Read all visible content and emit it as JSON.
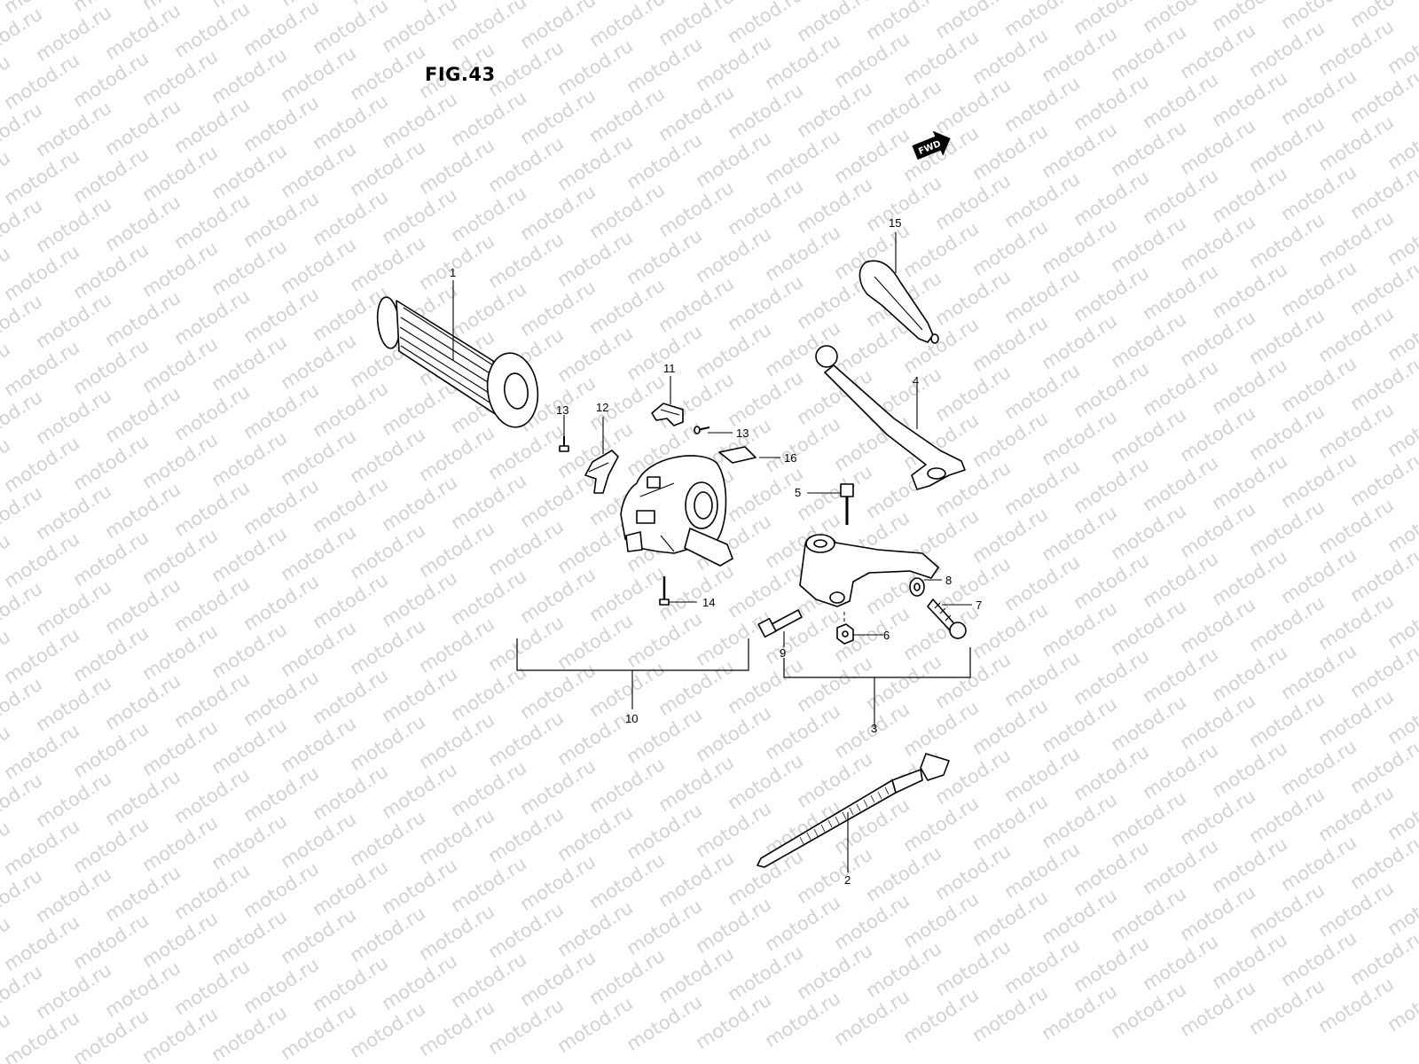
{
  "figure": {
    "title": "FIG.43",
    "forward_marker": "FWD",
    "watermark_text": "motod.ru"
  },
  "callouts": {
    "grip": "1",
    "cable_tie": "2",
    "lever_holder_assy": "3",
    "clutch_lever": "4",
    "pivot_bolt": "5",
    "nut": "6",
    "adjuster_bolt": "7",
    "adjuster_nut": "8",
    "clamp_bolt": "9",
    "switch_assy": "10",
    "switch_knob_upper": "11",
    "switch_knob_lower": "12",
    "screw_left": "13",
    "screw_right": "13",
    "switch_screw": "14",
    "lever_boot": "15",
    "switch_tab": "16"
  }
}
